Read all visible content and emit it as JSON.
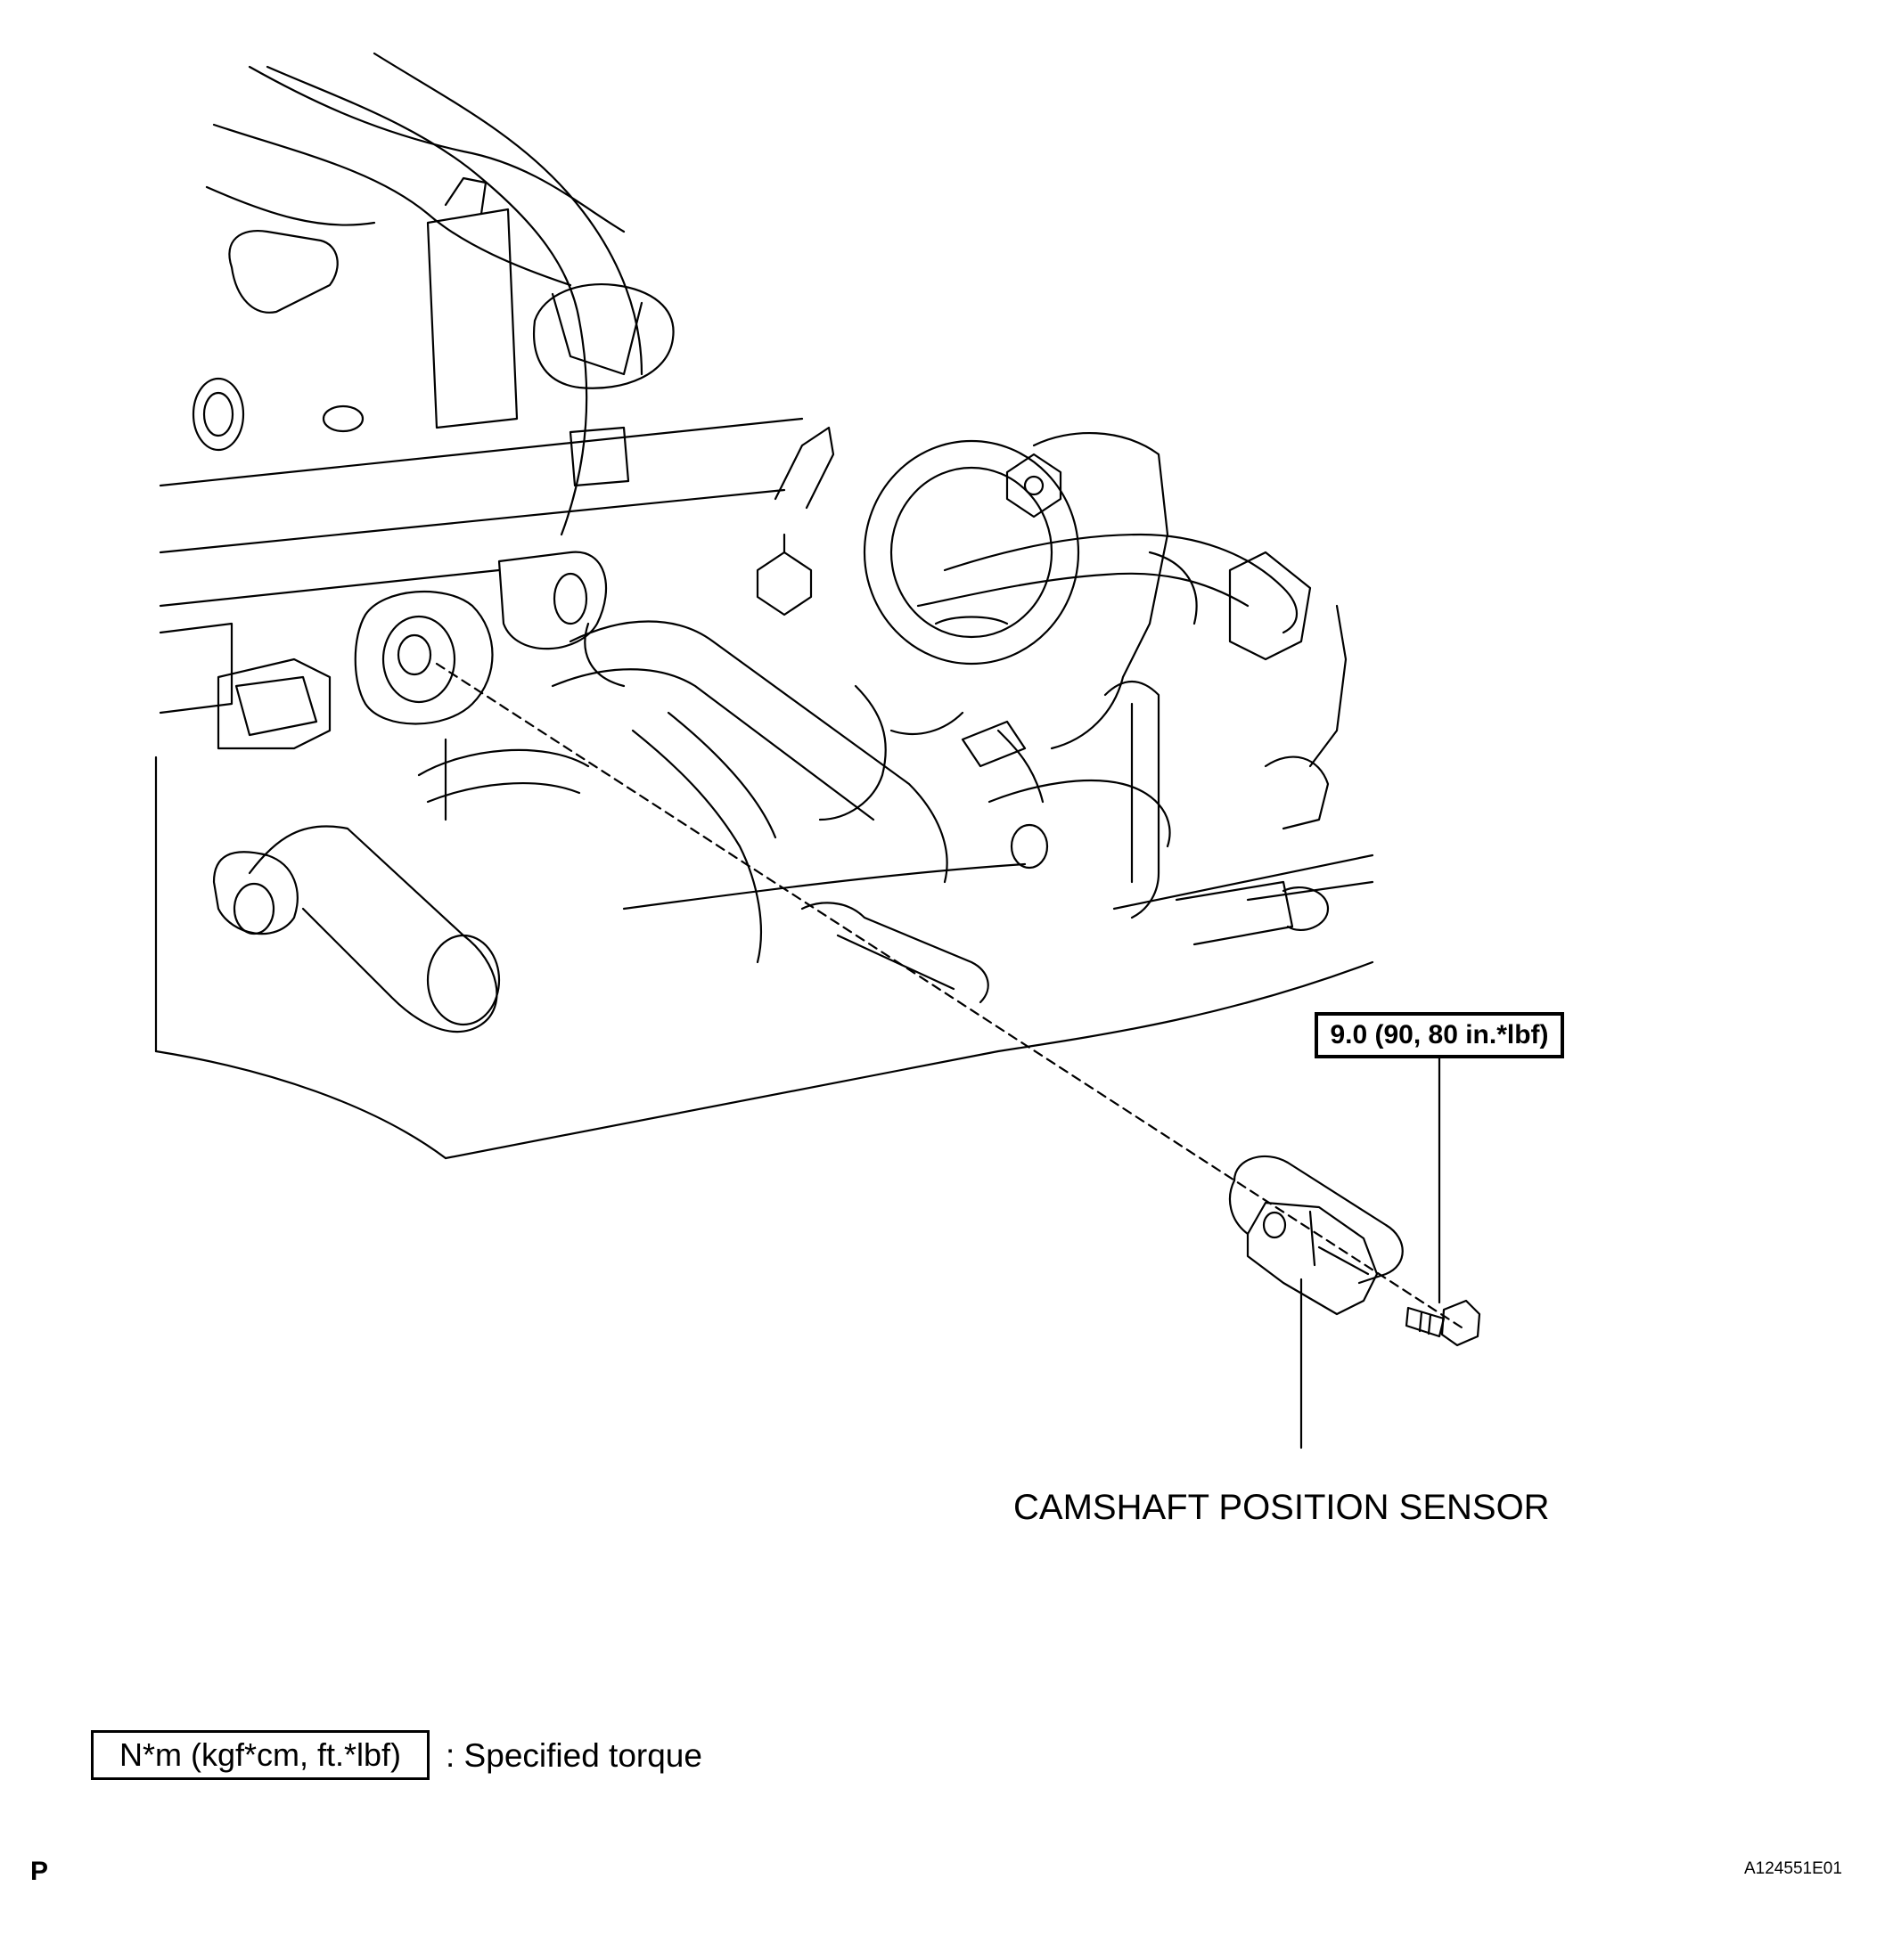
{
  "diagram": {
    "torque_callout": "9.0 (90, 80 in.*lbf)",
    "part_label": "CAMSHAFT POSITION SENSOR",
    "legend": {
      "box_text": "N*m (kgf*cm, ft.*lbf)",
      "description": ": Specified torque"
    },
    "corner_letter": "P",
    "reference_code": "A124551E01"
  },
  "colors": {
    "line": "#000000",
    "background": "#ffffff"
  }
}
